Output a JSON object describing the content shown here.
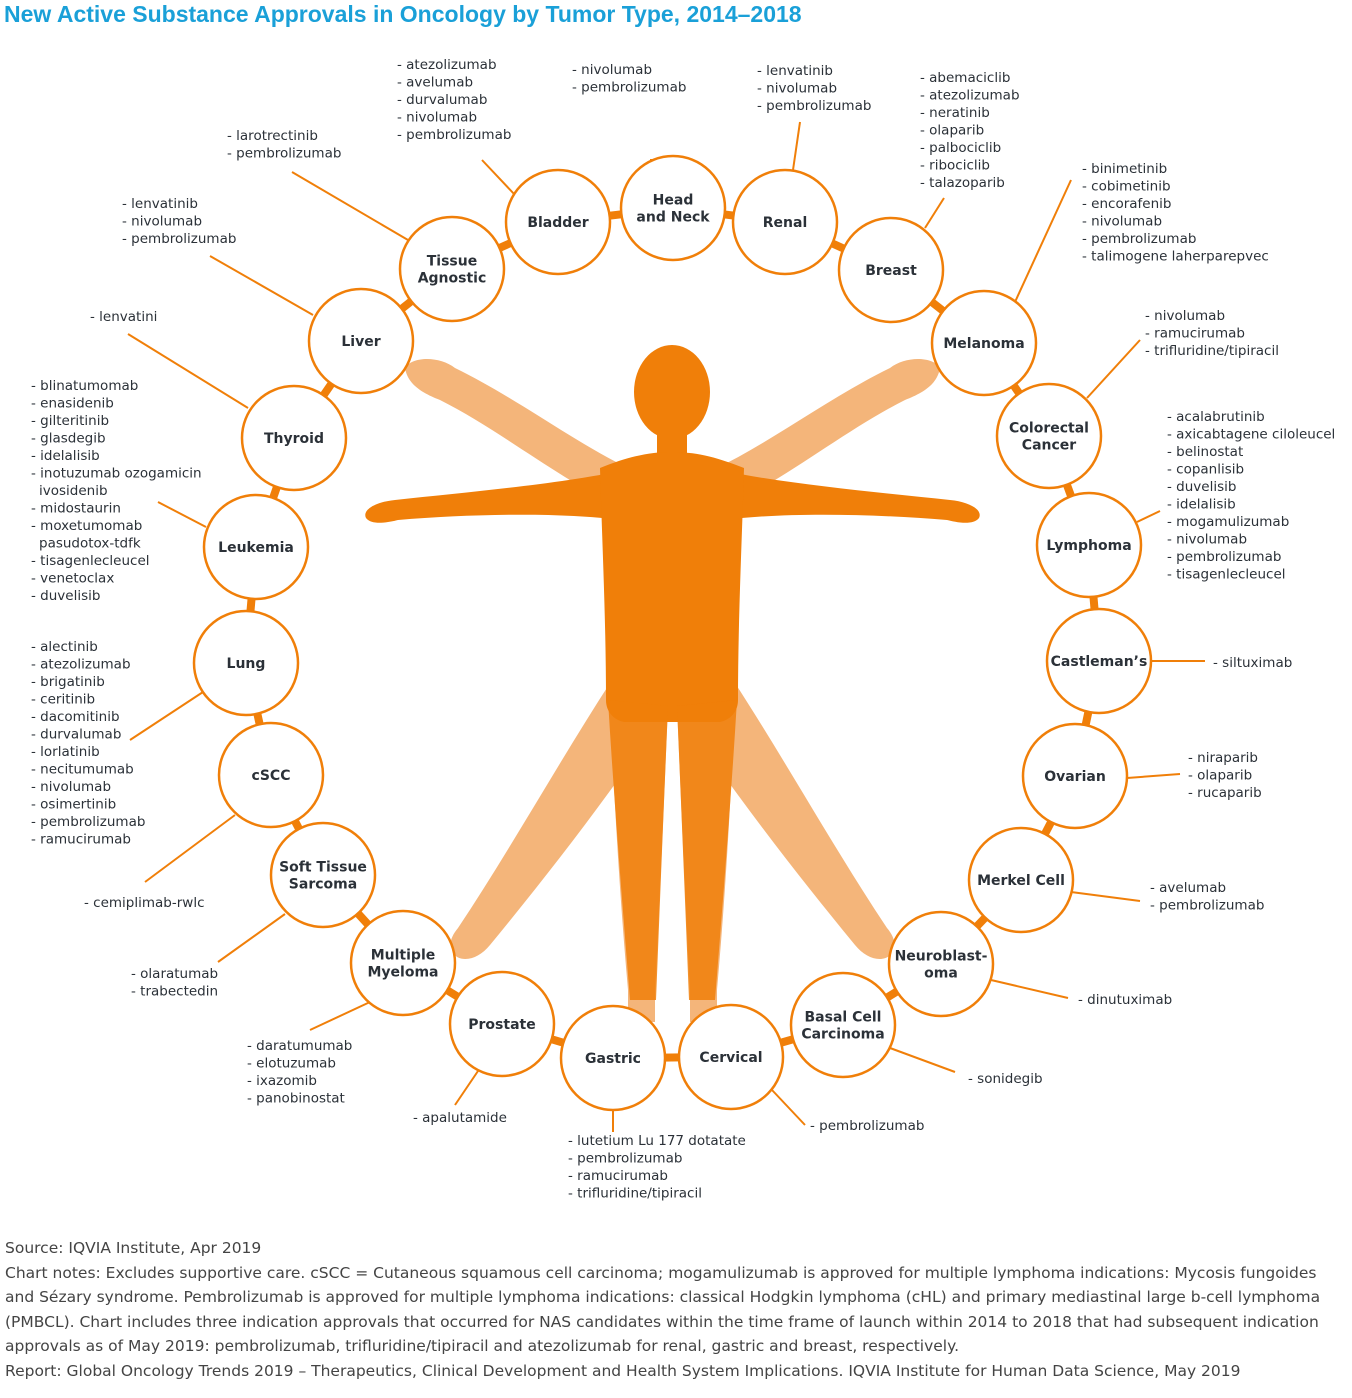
{
  "title": "New Active Substance Approvals in Oncology by Tumor Type, 2014–2018",
  "colors": {
    "accent": "#f07f09",
    "limb": "#f4b57a",
    "text": "#2b3138",
    "title": "#1aa0d8"
  },
  "tumors": [
    {
      "id": "head-and-neck",
      "name": [
        "Head",
        "and Neck"
      ],
      "drugs": [
        "nivolumab",
        "pembrolizumab"
      ]
    },
    {
      "id": "renal",
      "name": [
        "Renal"
      ],
      "drugs": [
        "lenvatinib",
        "nivolumab",
        "pembrolizumab"
      ]
    },
    {
      "id": "breast",
      "name": [
        "Breast"
      ],
      "drugs": [
        "abemaciclib",
        "atezolizumab",
        "neratinib",
        "olaparib",
        "palbociclib",
        "ribociclib",
        "talazoparib"
      ]
    },
    {
      "id": "melanoma",
      "name": [
        "Melanoma"
      ],
      "drugs": [
        "binimetinib",
        "cobimetinib",
        "encorafenib",
        "nivolumab",
        "pembrolizumab",
        "talimogene laherparepvec"
      ]
    },
    {
      "id": "colorectal-cancer",
      "name": [
        "Colorectal",
        "Cancer"
      ],
      "drugs": [
        "nivolumab",
        "ramucirumab",
        "trifluridine/tipiracil"
      ]
    },
    {
      "id": "lymphoma",
      "name": [
        "Lymphoma"
      ],
      "drugs": [
        "acalabrutinib",
        "axicabtagene ciloleucel",
        "belinostat",
        "copanlisib",
        "duvelisib",
        "idelalisib",
        "mogamulizumab",
        "nivolumab",
        "pembrolizumab",
        "tisagenlecleucel"
      ]
    },
    {
      "id": "castlemans",
      "name": [
        "Castleman’s"
      ],
      "drugs": [
        "siltuximab"
      ]
    },
    {
      "id": "ovarian",
      "name": [
        "Ovarian"
      ],
      "drugs": [
        "niraparib",
        "olaparib",
        "rucaparib"
      ]
    },
    {
      "id": "merkel-cell",
      "name": [
        "Merkel Cell"
      ],
      "drugs": [
        "avelumab",
        "pembrolizumab"
      ]
    },
    {
      "id": "neuroblastoma",
      "name": [
        "Neuroblast-",
        "oma"
      ],
      "drugs": [
        "dinutuximab"
      ]
    },
    {
      "id": "basal-cell-carcinoma",
      "name": [
        "Basal Cell",
        "Carcinoma"
      ],
      "drugs": [
        "sonidegib"
      ]
    },
    {
      "id": "cervical",
      "name": [
        "Cervical"
      ],
      "drugs": [
        "pembrolizumab"
      ]
    },
    {
      "id": "gastric",
      "name": [
        "Gastric"
      ],
      "drugs": [
        "lutetium Lu 177 dotatate",
        "pembrolizumab",
        "ramucirumab",
        "trifluridine/tipiracil"
      ]
    },
    {
      "id": "prostate",
      "name": [
        "Prostate"
      ],
      "drugs": [
        "apalutamide"
      ]
    },
    {
      "id": "multiple-myeloma",
      "name": [
        "Multiple",
        "Myeloma"
      ],
      "drugs": [
        "daratumumab",
        "elotuzumab",
        "ixazomib",
        "panobinostat"
      ]
    },
    {
      "id": "soft-tissue-sarcoma",
      "name": [
        "Soft Tissue",
        "Sarcoma"
      ],
      "drugs": [
        "olaratumab",
        "trabectedin"
      ]
    },
    {
      "id": "cscc",
      "name": [
        "cSCC"
      ],
      "drugs": [
        "cemiplimab-rwlc"
      ]
    },
    {
      "id": "lung",
      "name": [
        "Lung"
      ],
      "drugs": [
        "alectinib",
        "atezolizumab",
        "brigatinib",
        "ceritinib",
        "dacomitinib",
        "durvalumab",
        "lorlatinib",
        "necitumumab",
        "nivolumab",
        "osimertinib",
        "pembrolizumab",
        "ramucirumab"
      ]
    },
    {
      "id": "leukemia",
      "name": [
        "Leukemia"
      ],
      "drugs": [
        "blinatumomab",
        "enasidenib",
        "gilteritinib",
        "glasdegib",
        "idelalisib",
        "inotuzumab ozogamicin",
        "ivosidenib",
        "midostaurin",
        "moxetumomab",
        "pasudotox-tdfk",
        "tisagenlecleucel",
        "venetoclax",
        "duvelisib"
      ]
    },
    {
      "id": "thyroid",
      "name": [
        "Thyroid"
      ],
      "drugs": [
        "lenvatini"
      ]
    },
    {
      "id": "liver",
      "name": [
        "Liver"
      ],
      "drugs": [
        "lenvatinib",
        "nivolumab",
        "pembrolizumab"
      ]
    },
    {
      "id": "tissue-agnostic",
      "name": [
        "Tissue",
        "Agnostic"
      ],
      "drugs": [
        "larotrectinib",
        "pembrolizumab"
      ]
    },
    {
      "id": "bladder",
      "name": [
        "Bladder"
      ],
      "drugs": [
        "atezolizumab",
        "avelumab",
        "durvalumab",
        "nivolumab",
        "pembrolizumab"
      ]
    }
  ],
  "footer": {
    "source": "Source: IQVIA Institute, Apr 2019",
    "notes": "Chart notes: Excludes supportive care. cSCC = Cutaneous squamous cell carcinoma; mogamulizumab is approved for multiple lymphoma indications: Mycosis fungoides and Sézary syndrome. Pembrolizumab is approved for multiple lymphoma indications: classical Hodgkin lymphoma (cHL) and primary mediastinal large b-cell lymphoma (PMBCL). Chart includes three indication approvals that occurred for NAS candidates within the time frame of launch within 2014 to 2018 that had subsequent indication approvals as of May 2019: pembrolizumab, trifluridine/tipiracil and atezolizumab for renal, gastric and breast, respectively.",
    "report": "Report: Global Oncology Trends 2019 – Therapeutics, Clinical Development and Health System Implications. IQVIA Institute for Human Data Science, May 2019"
  }
}
